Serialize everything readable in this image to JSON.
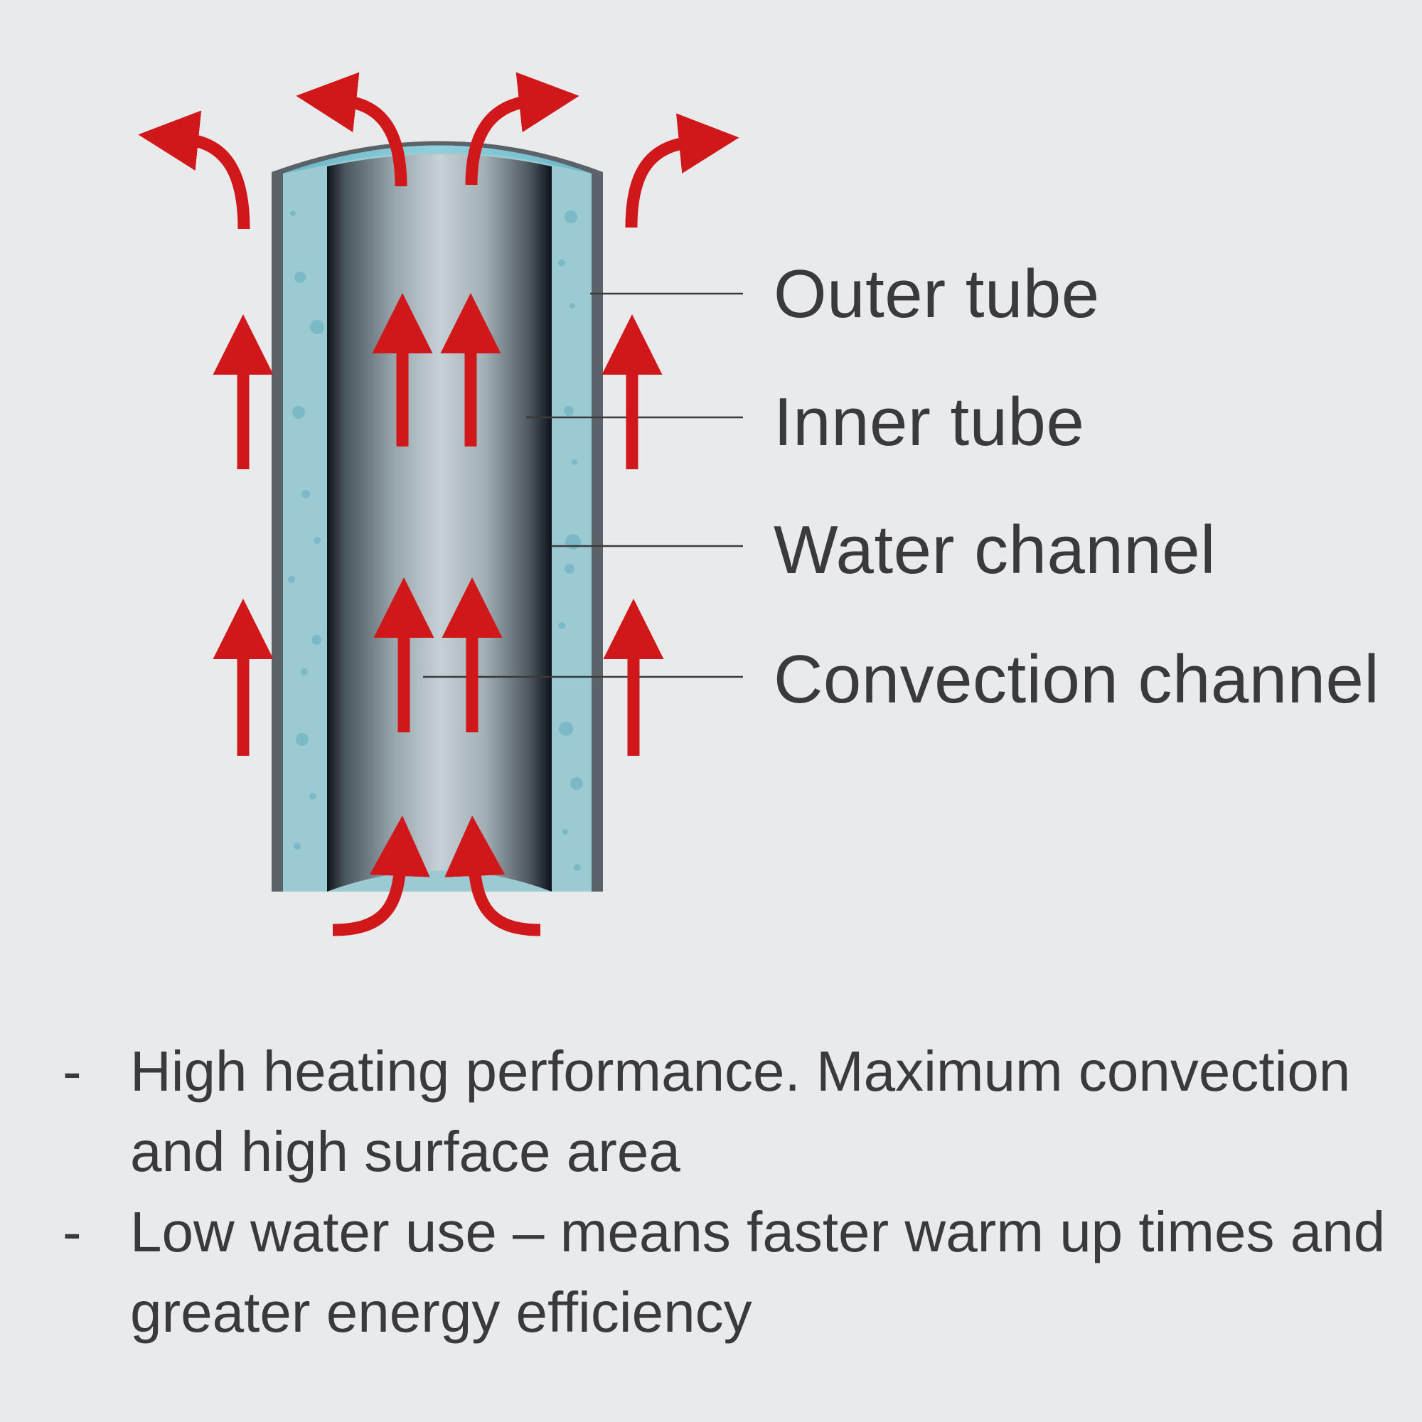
{
  "labels": {
    "outer_tube": "Outer tube",
    "inner_tube": "Inner tube",
    "water_channel": "Water channel",
    "convection_channel": "Convection channel"
  },
  "benefits": [
    {
      "bullet": "-",
      "text": "High heating performance. Maximum convection and high surface area"
    },
    {
      "bullet": "-",
      "text": "Low water use – means faster warm up times and greater energy efficiency"
    }
  ],
  "colors": {
    "background": "#e9eaeb",
    "arrow": "#d0181b",
    "water": "#9ccad3",
    "outer_wall": "#5b6268",
    "text": "#3a3a3c"
  }
}
